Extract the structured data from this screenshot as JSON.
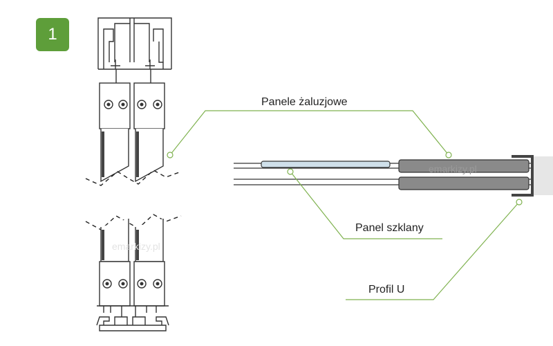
{
  "step": {
    "number": "1"
  },
  "labels": {
    "louver_panels": "Panele żaluzjowe",
    "glass_panel": "Panel szklany",
    "u_profile": "Profil U"
  },
  "watermark": {
    "text": "emarkizy.pl"
  },
  "colors": {
    "badge": "#5e9e3a",
    "leader": "#7fb24f",
    "line": "#333333",
    "panel": "#8a8a8a",
    "glass": "#cfe0ea",
    "profile": "#e6e6e6"
  }
}
